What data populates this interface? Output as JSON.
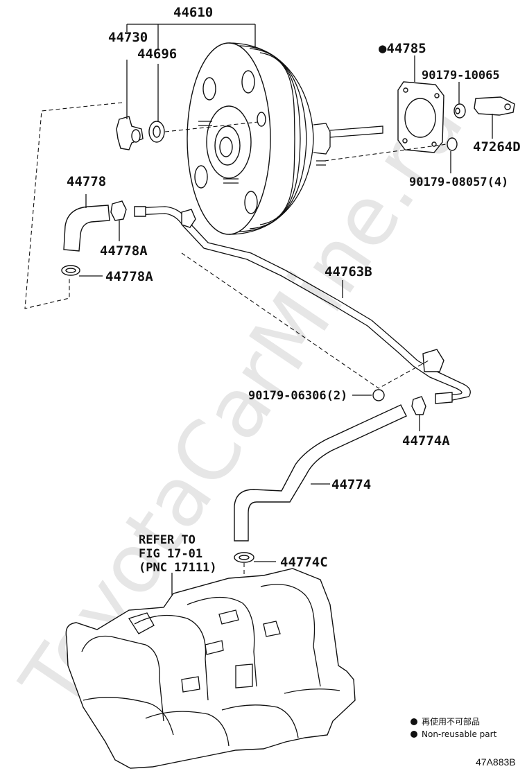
{
  "watermark": "ToyotaCarMine.ru",
  "parts": {
    "p44610": "44610",
    "p44730": "44730",
    "p44696": "44696",
    "p44785": "●44785",
    "p90179_10065": "90179-10065",
    "p47264D": "47264D",
    "p90179_08057": "90179-08057(4)",
    "p44778": "44778",
    "p44778A_1": "44778A",
    "p44778A_2": "44778A",
    "p44763B": "44763B",
    "p90179_06306": "90179-06306(2)",
    "p44774A": "44774A",
    "p44774": "44774",
    "p44774C": "44774C"
  },
  "reference": {
    "line1": "REFER TO",
    "line2": "FIG 17-01",
    "line3": "(PNC 17111)"
  },
  "legend": {
    "jp": "再使用不可部品",
    "en": "Non-reusable part"
  },
  "diagram_code": "47A883B"
}
